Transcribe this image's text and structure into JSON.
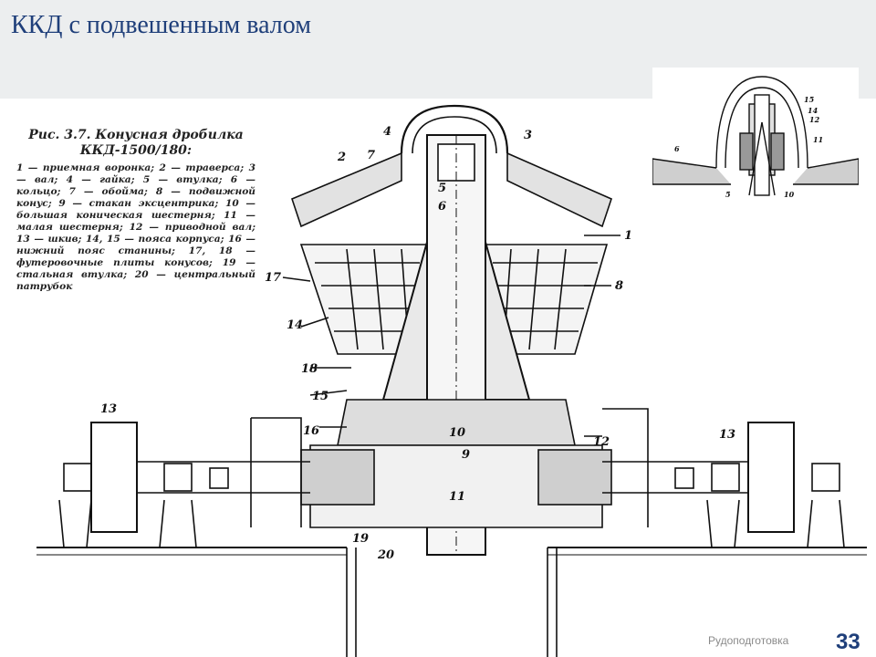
{
  "slide": {
    "title": "ККД с подвешенным валом"
  },
  "caption": {
    "title_line1": "Рис. 3.7. Конусная дробилка",
    "title_line2": "ККД-1500/180:",
    "legend": "1 — приемная воронка; 2 — траверса; 3 — вал; 4 — гайка; 5 — втулка; 6 — кольцо; 7 — обойма; 8 — подвижной конус; 9 — стакан эксцентрика; 10 — большая коническая шестерня; 11 — малая шестерня; 12 — приводной вал; 13 — шкив; 14, 15 — пояса корпуса; 16 — нижний пояс станины; 17, 18 — футеровочные плиты конусов; 19 — стальная втулка; 20 — центральный патрубок"
  },
  "labels": {
    "n1": "1",
    "n2": "2",
    "n3": "3",
    "n4": "4",
    "n5": "5",
    "n6": "6",
    "n7": "7",
    "n8": "8",
    "n9": "9",
    "n10": "10",
    "n11": "11",
    "n12": "12",
    "n13": "13",
    "n14": "14",
    "n15": "15",
    "n16": "16",
    "n17": "17",
    "n18": "18",
    "n19": "19",
    "n20": "20"
  },
  "inset_labels": {
    "i6": "6",
    "i5": "5",
    "i10": "10",
    "i11": "11",
    "i12": "12",
    "i14": "14",
    "i15": "15"
  },
  "footer": {
    "subject": "Рудоподготовка",
    "page": "33"
  }
}
